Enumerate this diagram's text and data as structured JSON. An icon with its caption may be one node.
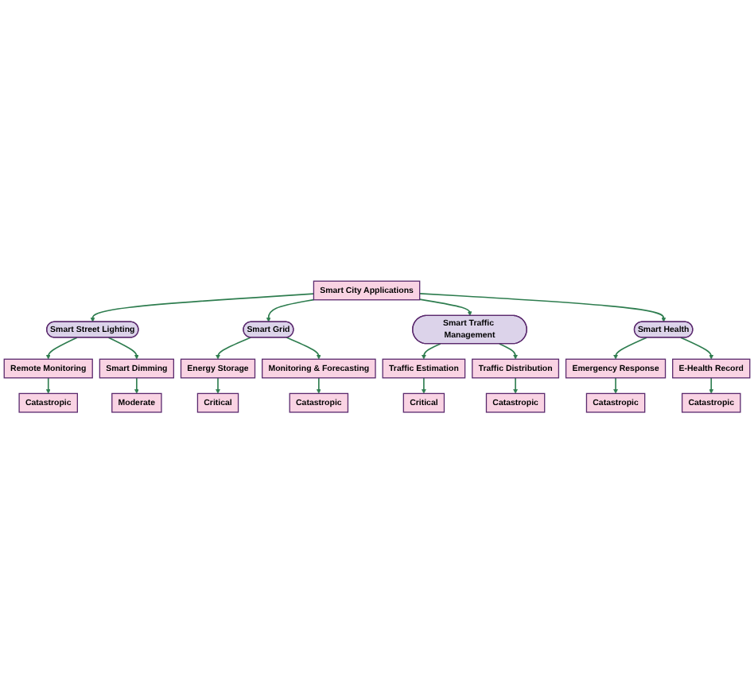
{
  "diagram": {
    "nodes": [
      {
        "text": [
          "Catastropic"
        ]
      },
      {
        "text": [
          "Moderate"
        ]
      },
      {
        "text": [
          "Critical"
        ]
      },
      {
        "text": [
          "Catastropic"
        ]
      },
      {
        "text": [
          "Remote Monitoring"
        ]
      },
      {
        "text": [
          "Smart Dimming"
        ]
      },
      {
        "text": [
          "Energy Storage"
        ]
      },
      {
        "text": [
          "Monitoring & Forecasting"
        ]
      },
      {
        "text": [
          "Smart Street Lighting"
        ]
      },
      {
        "text": [
          "Smart Grid"
        ]
      },
      {
        "text": [
          "Smart City Applications"
        ]
      },
      {
        "text": [
          "Smart Traffic Management"
        ]
      },
      {
        "text": [
          "Smart Health"
        ]
      },
      {
        "text": [
          "Traffic Estimation"
        ]
      },
      {
        "text": [
          "Traffic Distribution"
        ]
      },
      {
        "text": [
          "Emergency Response"
        ]
      },
      {
        "text": [
          "E-Health Record"
        ]
      },
      {
        "text": [
          "Critical"
        ]
      },
      {
        "text": [
          "Catastropic"
        ]
      },
      {
        "text": [
          "Catastropic"
        ]
      },
      {
        "text": [
          "Catastropic"
        ]
      }
    ],
    "edges": [
      {
        "from": 10,
        "to": 8,
        "arrow": "to"
      },
      {
        "from": 10,
        "to": 9,
        "arrow": "to"
      },
      {
        "from": 10,
        "to": 11,
        "arrow": "to"
      },
      {
        "from": 10,
        "to": 12,
        "arrow": "to"
      },
      {
        "from": 8,
        "to": 4,
        "arrow": "to"
      },
      {
        "from": 8,
        "to": 5,
        "arrow": "to"
      },
      {
        "from": 9,
        "to": 6,
        "arrow": "to"
      },
      {
        "from": 9,
        "to": 7,
        "arrow": "to"
      },
      {
        "from": 4,
        "to": 0,
        "arrow": "to"
      },
      {
        "from": 5,
        "to": 1,
        "arrow": "to"
      },
      {
        "from": 6,
        "to": 2,
        "arrow": "to"
      },
      {
        "from": 7,
        "to": 3,
        "arrow": "to"
      },
      {
        "from": 11,
        "to": 13,
        "arrow": "to"
      },
      {
        "from": 11,
        "to": 14,
        "arrow": "to"
      },
      {
        "from": 12,
        "to": 15,
        "arrow": "to"
      },
      {
        "from": 12,
        "to": 16,
        "arrow": "to"
      },
      {
        "from": 13,
        "to": 17,
        "arrow": "to"
      },
      {
        "from": 14,
        "to": 18,
        "arrow": "to"
      },
      {
        "from": 15,
        "to": 19,
        "arrow": "to"
      },
      {
        "from": 16,
        "to": 20,
        "arrow": "to"
      }
    ]
  }
}
